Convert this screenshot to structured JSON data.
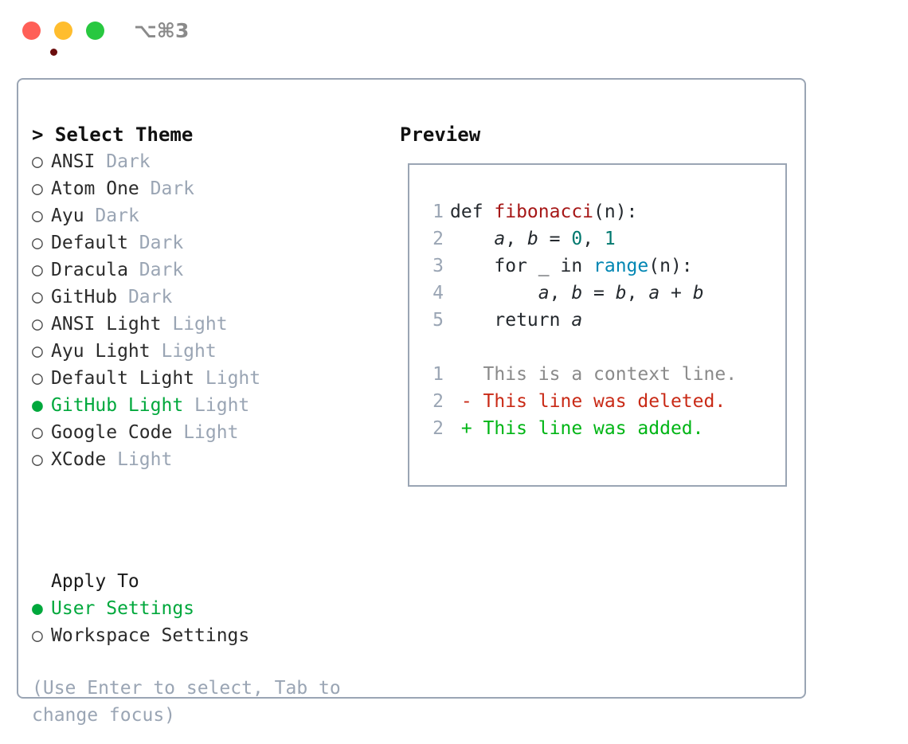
{
  "window": {
    "shortcut_label": "⌥⌘3",
    "traffic_lights": [
      {
        "name": "close",
        "color": "#ff5f57"
      },
      {
        "name": "minimize",
        "color": "#ffbd2e"
      },
      {
        "name": "maximize",
        "color": "#28c840"
      }
    ]
  },
  "colors": {
    "accent_green": "#00a83c",
    "muted": "#9aa5b4",
    "text": "#2b2b2b",
    "border": "#9aa5b4",
    "diff_add": "#00b515",
    "diff_del": "#c92a16",
    "syntax_function": "#a61717",
    "syntax_number": "#00786e",
    "syntax_builtin": "#0086b3"
  },
  "theme_panel": {
    "heading_prefix": ">",
    "heading": "Select Theme",
    "bullet_unselected": "○",
    "bullet_selected": "●",
    "items": [
      {
        "name": "ANSI",
        "tag": "Dark",
        "selected": false
      },
      {
        "name": "Atom One",
        "tag": "Dark",
        "selected": false
      },
      {
        "name": "Ayu",
        "tag": "Dark",
        "selected": false
      },
      {
        "name": "Default",
        "tag": "Dark",
        "selected": false
      },
      {
        "name": "Dracula",
        "tag": "Dark",
        "selected": false
      },
      {
        "name": "GitHub",
        "tag": "Dark",
        "selected": false
      },
      {
        "name": "ANSI Light",
        "tag": "Light",
        "selected": false
      },
      {
        "name": "Ayu Light",
        "tag": "Light",
        "selected": false
      },
      {
        "name": "Default Light",
        "tag": "Light",
        "selected": false
      },
      {
        "name": "GitHub Light",
        "tag": "Light",
        "selected": true
      },
      {
        "name": "Google Code",
        "tag": "Light",
        "selected": false
      },
      {
        "name": "XCode",
        "tag": "Light",
        "selected": false
      }
    ]
  },
  "apply_to": {
    "heading": "Apply To",
    "options": [
      {
        "label": "User Settings",
        "selected": true
      },
      {
        "label": "Workspace Settings",
        "selected": false
      }
    ]
  },
  "hint": "(Use Enter to select, Tab to change focus)",
  "preview": {
    "heading": "Preview",
    "code_lines": [
      {
        "lineno": "1",
        "tokens": [
          {
            "text": "def ",
            "type": "kw"
          },
          {
            "text": "fibonacci",
            "type": "fn"
          },
          {
            "text": "(n):",
            "type": "plain"
          }
        ]
      },
      {
        "lineno": "2",
        "tokens": [
          {
            "text": "    ",
            "type": "plain"
          },
          {
            "text": "a",
            "type": "var"
          },
          {
            "text": ", ",
            "type": "plain"
          },
          {
            "text": "b",
            "type": "var"
          },
          {
            "text": " = ",
            "type": "plain"
          },
          {
            "text": "0",
            "type": "num"
          },
          {
            "text": ", ",
            "type": "plain"
          },
          {
            "text": "1",
            "type": "num"
          }
        ]
      },
      {
        "lineno": "3",
        "tokens": [
          {
            "text": "    for _ in ",
            "type": "plain"
          },
          {
            "text": "range",
            "type": "builtin"
          },
          {
            "text": "(n):",
            "type": "plain"
          }
        ]
      },
      {
        "lineno": "4",
        "tokens": [
          {
            "text": "        ",
            "type": "plain"
          },
          {
            "text": "a",
            "type": "var"
          },
          {
            "text": ", ",
            "type": "plain"
          },
          {
            "text": "b",
            "type": "var"
          },
          {
            "text": " = ",
            "type": "plain"
          },
          {
            "text": "b",
            "type": "var"
          },
          {
            "text": ", ",
            "type": "plain"
          },
          {
            "text": "a",
            "type": "var"
          },
          {
            "text": " + ",
            "type": "plain"
          },
          {
            "text": "b",
            "type": "var"
          }
        ]
      },
      {
        "lineno": "5",
        "tokens": [
          {
            "text": "    return ",
            "type": "plain"
          },
          {
            "text": "a",
            "type": "var"
          }
        ]
      }
    ],
    "diff_lines": [
      {
        "lineno": "1",
        "marker": " ",
        "text": " This is a context line.",
        "kind": "ctx"
      },
      {
        "lineno": "2",
        "marker": "-",
        "text": " This line was deleted.",
        "kind": "del"
      },
      {
        "lineno": "2",
        "marker": "+",
        "text": " This line was added.",
        "kind": "add"
      }
    ]
  }
}
